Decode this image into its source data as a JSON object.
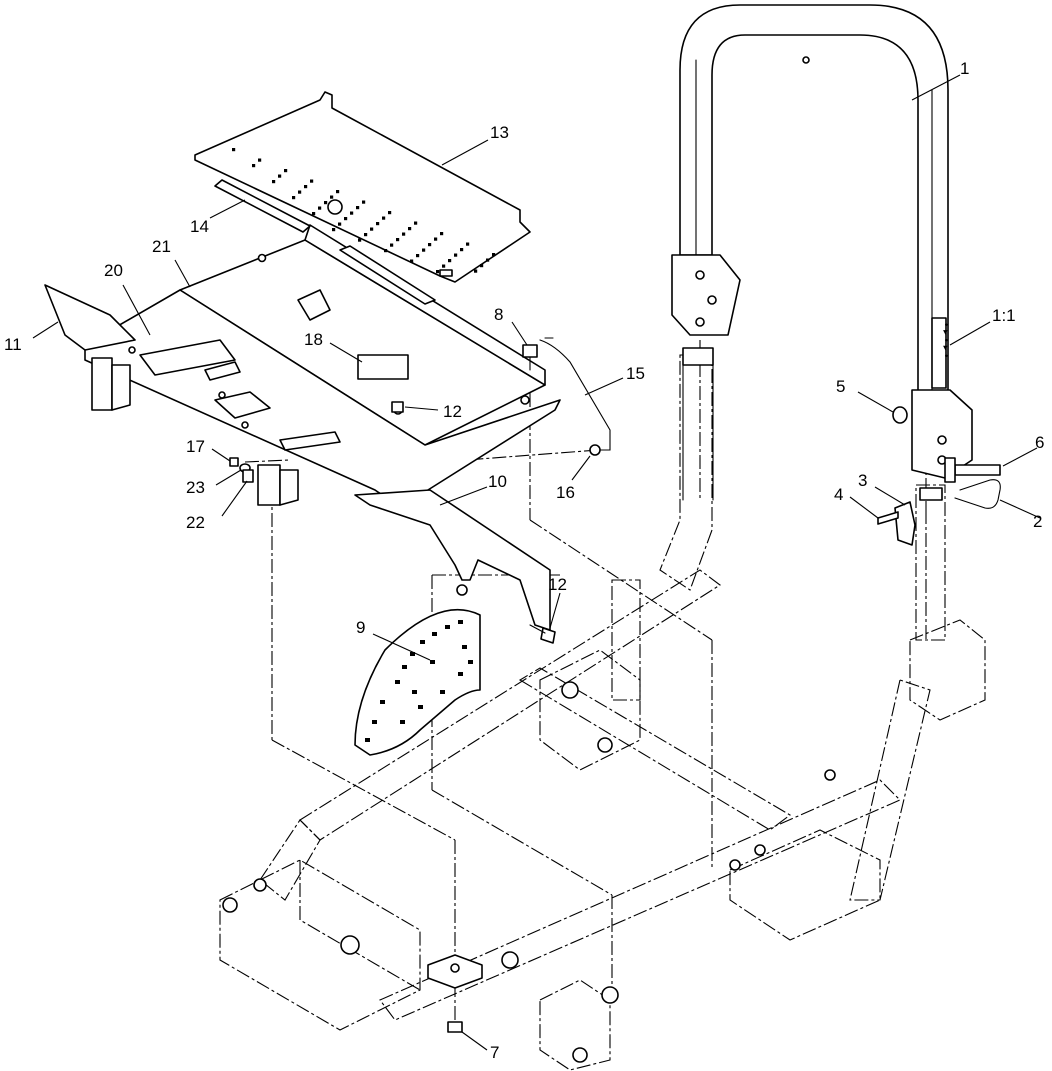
{
  "callouts": [
    {
      "label": "1"
    },
    {
      "label": "1:1"
    },
    {
      "label": "2"
    },
    {
      "label": "3"
    },
    {
      "label": "4"
    },
    {
      "label": "5"
    },
    {
      "label": "6"
    },
    {
      "label": "7"
    },
    {
      "label": "8"
    },
    {
      "label": "9"
    },
    {
      "label": "10"
    },
    {
      "label": "11"
    },
    {
      "label": "12"
    },
    {
      "label": "12"
    },
    {
      "label": "13"
    },
    {
      "label": "14"
    },
    {
      "label": "15"
    },
    {
      "label": "16"
    },
    {
      "label": "17"
    },
    {
      "label": "18"
    },
    {
      "label": "20"
    },
    {
      "label": "21"
    },
    {
      "label": "22"
    },
    {
      "label": "23"
    }
  ],
  "decal": {
    "text": "• ▸ • ▸ •"
  }
}
